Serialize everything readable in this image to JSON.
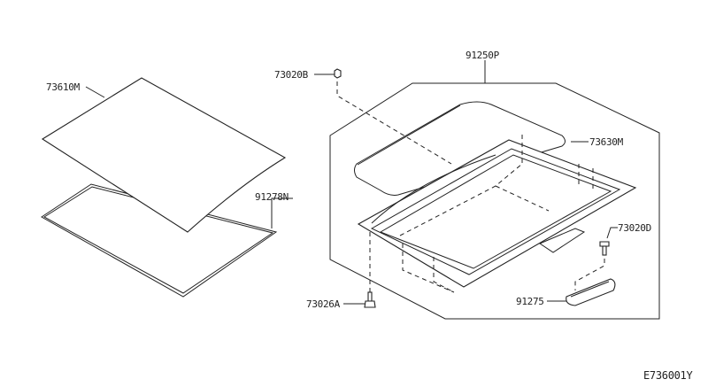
{
  "diagram": {
    "parts": {
      "glass_panel": "73610M",
      "seal": "91278N",
      "nut": "73020B",
      "sunroof_assembly": "91250P",
      "weatherstrip": "73630M",
      "bolt_right": "73020D",
      "bolt_left": "73026A",
      "bracket": "91275"
    },
    "figure_code": "E736001Y"
  }
}
